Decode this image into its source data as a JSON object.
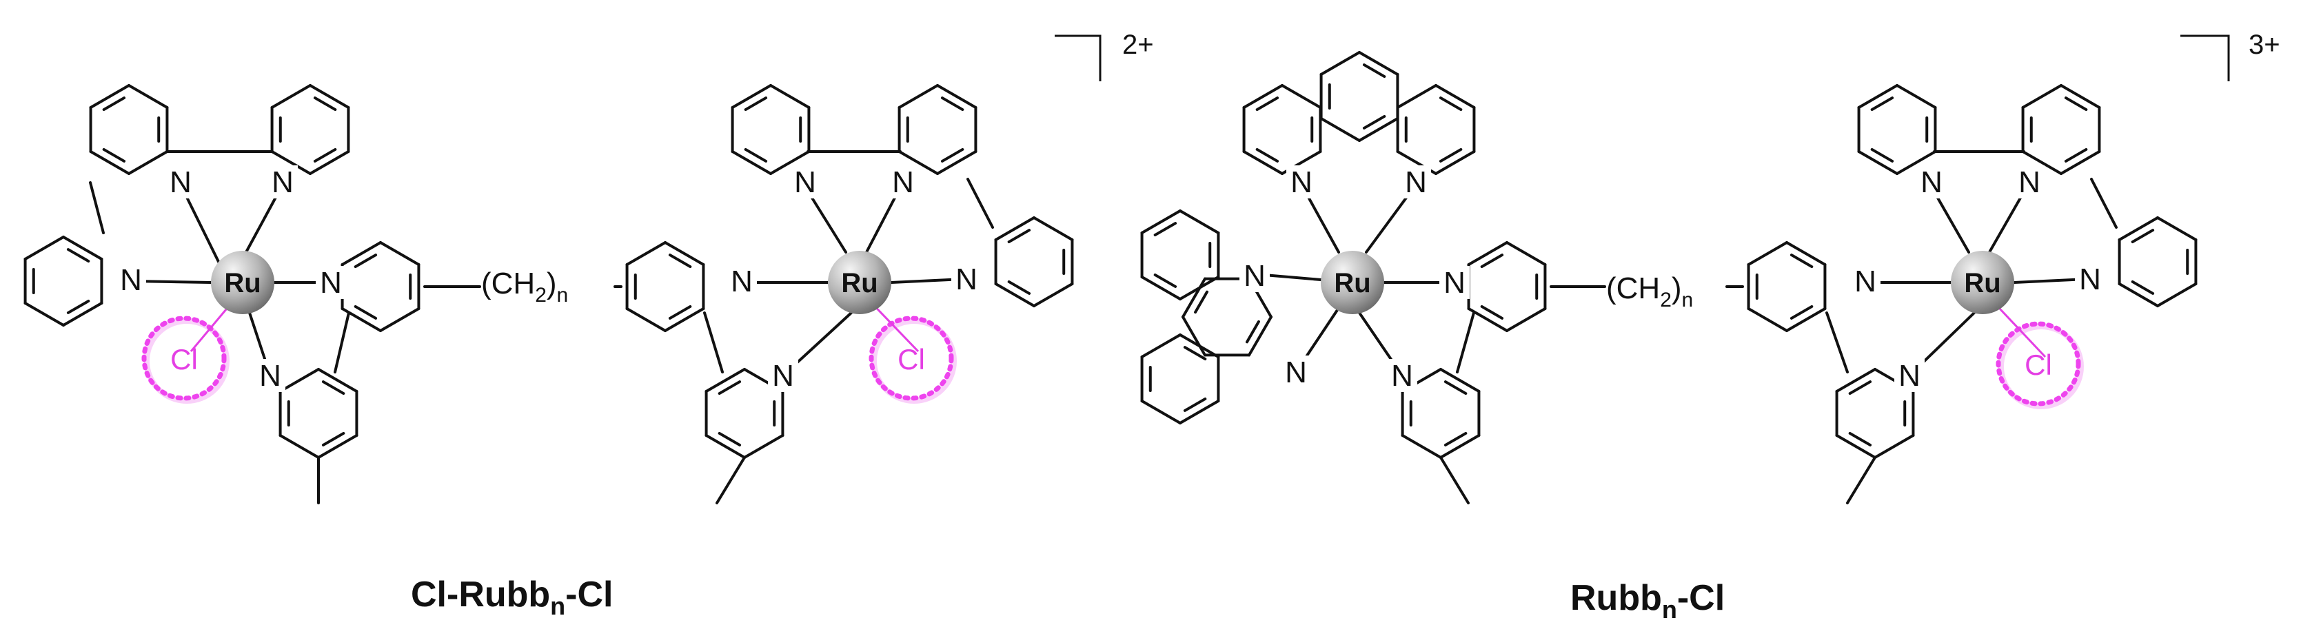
{
  "labels": {
    "ru": "Ru",
    "n": "N",
    "cl": "Cl",
    "chain_main": "(CH",
    "chain_sub2": "2",
    "chain_close": ")",
    "chain_subn": "n"
  },
  "structures": [
    {
      "name_main": "Cl-Rubb",
      "name_sub": "n",
      "name_tail": "-Cl",
      "charge": "2+"
    },
    {
      "name_main": "Rubb",
      "name_sub": "n",
      "name_tail": "-Cl",
      "charge": "3+"
    }
  ],
  "colors": {
    "bond": "#111111",
    "chloride": "#e43fe4",
    "ru_sphere_light": "#f4f4f4",
    "ru_sphere_dark": "#6b6b6b"
  }
}
